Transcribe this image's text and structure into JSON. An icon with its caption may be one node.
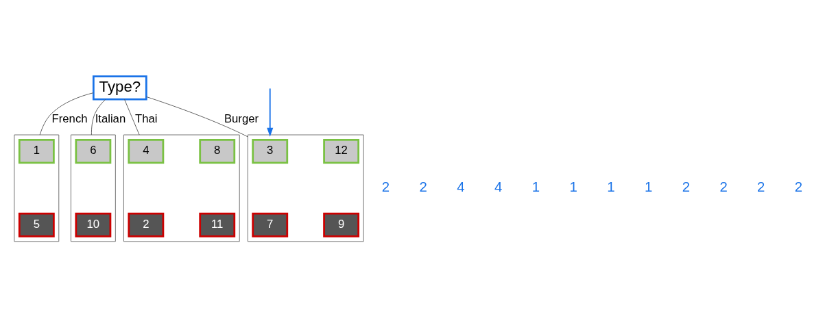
{
  "diagram": {
    "nodes": [
      {
        "text": [
          "Type?"
        ]
      },
      {
        "text": [],
        "shape": "box"
      },
      {
        "text": [
          "1"
        ],
        "in": 1
      },
      {
        "text": [
          "5"
        ],
        "in": 1
      },
      {
        "text": [],
        "shape": "box"
      },
      {
        "text": [
          "6"
        ],
        "in": 4
      },
      {
        "text": [
          "10"
        ],
        "in": 4
      },
      {
        "text": [],
        "shape": "box"
      },
      {
        "text": [
          "4"
        ],
        "in": 7
      },
      {
        "text": [
          "8"
        ],
        "in": 7
      },
      {
        "text": [
          "2"
        ],
        "in": 7
      },
      {
        "text": [
          "11"
        ],
        "in": 7
      },
      {
        "text": [],
        "shape": "box"
      },
      {
        "text": [
          "3"
        ],
        "in": 12
      },
      {
        "text": [
          "12"
        ],
        "in": 12
      },
      {
        "text": [
          "7"
        ],
        "in": 12
      },
      {
        "text": [
          "9"
        ],
        "in": 12
      }
    ],
    "edges": [
      {
        "from": 0,
        "to": 1,
        "arrow": "none",
        "label": "French"
      },
      {
        "from": 0,
        "to": 4,
        "arrow": "none",
        "label": "Italian"
      },
      {
        "from": 0,
        "to": 7,
        "arrow": "none",
        "label": "Thai"
      },
      {
        "from": 0,
        "to": 12,
        "arrow": "none",
        "label": "Burger"
      },
      {
        "from": null,
        "to": 12,
        "arrow": "to",
        "color": "#1a73e8"
      }
    ],
    "labels": [
      "2",
      "2",
      "4",
      "4",
      "1",
      "1",
      "1",
      "1",
      "2",
      "2",
      "2",
      "2"
    ]
  }
}
